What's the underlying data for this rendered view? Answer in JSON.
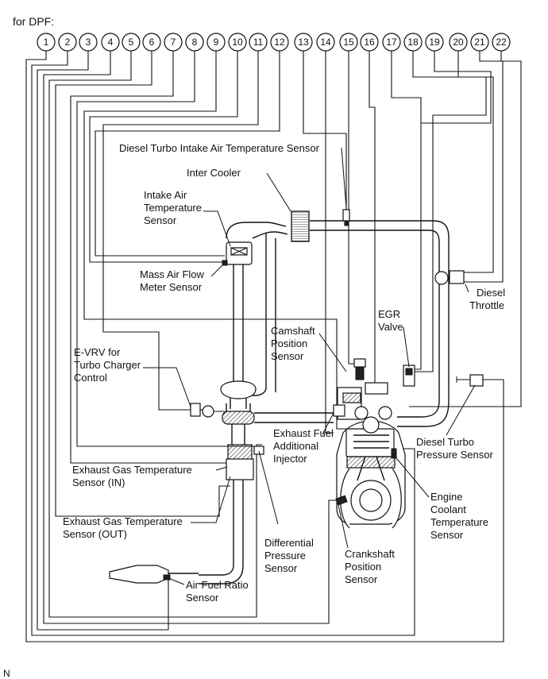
{
  "header": "for DPF:",
  "connectors": [
    "1",
    "2",
    "3",
    "4",
    "5",
    "6",
    "7",
    "8",
    "9",
    "10",
    "11",
    "12",
    "13",
    "14",
    "15",
    "16",
    "17",
    "18",
    "19",
    "20",
    "21",
    "22"
  ],
  "labels": {
    "diesel_turbo_intake_air_temp": "Diesel Turbo Intake Air Temperature Sensor",
    "inter_cooler": "Inter Cooler",
    "intake_air_temp": [
      "Intake Air",
      "Temperature",
      "Sensor"
    ],
    "mass_air_flow": [
      "Mass Air Flow",
      "Meter Sensor"
    ],
    "diesel_throttle": [
      "Diesel",
      "Throttle"
    ],
    "egr_valve": [
      "EGR",
      "Valve"
    ],
    "camshaft_position": [
      "Camshaft",
      "Position",
      "Sensor"
    ],
    "evrv": [
      "E-VRV for",
      "Turbo Charger",
      "Control"
    ],
    "exhaust_fuel_injector": [
      "Exhaust Fuel",
      "Additional",
      "Injector"
    ],
    "diesel_turbo_pressure": [
      "Diesel Turbo",
      "Pressure Sensor"
    ],
    "exhaust_gas_temp_in": [
      "Exhaust Gas Temperature",
      "Sensor (IN)"
    ],
    "exhaust_gas_temp_out": [
      "Exhaust Gas Temperature",
      "Sensor (OUT)"
    ],
    "engine_coolant_temp": [
      "Engine",
      "Coolant",
      "Temperature",
      "Sensor"
    ],
    "differential_pressure": [
      "Differential",
      "Pressure",
      "Sensor"
    ],
    "crankshaft_position": [
      "Crankshaft",
      "Position",
      "Sensor"
    ],
    "air_fuel_ratio": [
      "Air Fuel Ratio",
      "Sensor"
    ]
  },
  "footer_mark": "N"
}
